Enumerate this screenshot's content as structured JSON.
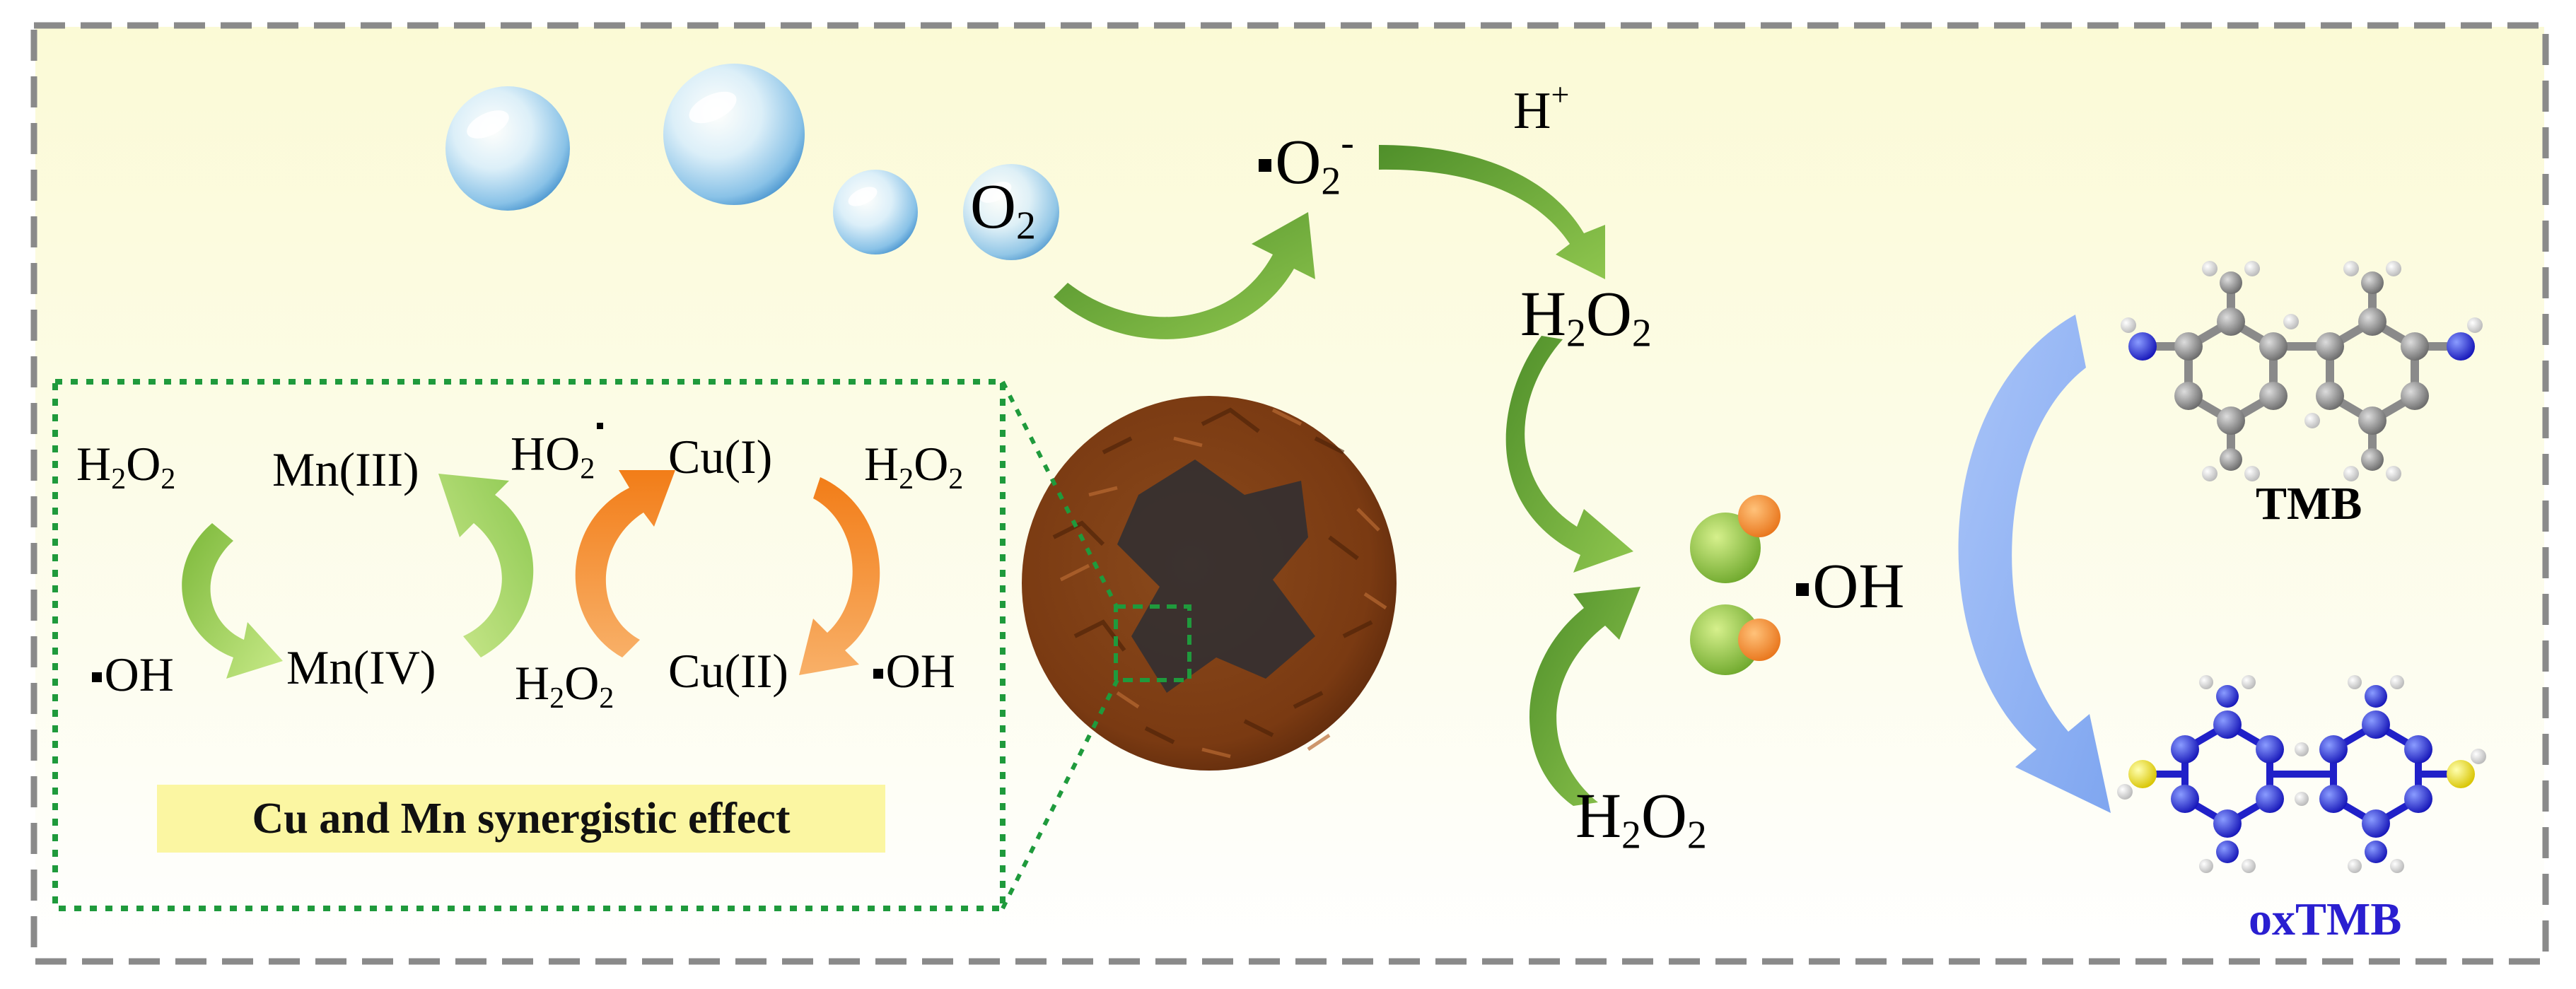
{
  "labels": {
    "o2": {
      "main": "O",
      "sub": "2"
    },
    "superoxide": {
      "main": "O",
      "sub": "2",
      "sup": "-"
    },
    "h_plus": {
      "main": "H",
      "sup": "+"
    },
    "h2o2_top": {
      "a": "H",
      "s1": "2",
      "b": "O",
      "s2": "2"
    },
    "hydroxyl_main": "OH",
    "h2o2_bottom": {
      "a": "H",
      "s1": "2",
      "b": "O",
      "s2": "2"
    },
    "tmb": "TMB",
    "oxtmb": "oxTMB"
  },
  "cycle": {
    "mn_h2o2": {
      "a": "H",
      "s1": "2",
      "b": "O",
      "s2": "2"
    },
    "mn3": "Mn(III)",
    "mn_oh": "OH",
    "mn4": "Mn(IV)",
    "ho2": {
      "main": "HO",
      "sub": "2"
    },
    "cu1": "Cu(I)",
    "cu_h2o2_right": {
      "a": "H",
      "s1": "2",
      "b": "O",
      "s2": "2"
    },
    "cu_h2o2_left": {
      "a": "H",
      "s1": "2",
      "b": "O",
      "s2": "2"
    },
    "cu2": "Cu(II)",
    "cu_oh": "OH"
  },
  "banner": "Cu and Mn synergistic effect",
  "colors": {
    "frame_dash": "#8a8a8a",
    "background_top": "#fbfadc",
    "inset_border": "#1f9a3c",
    "green_arrow": "#6aa83a",
    "light_green_arrow": "#9ed05a",
    "orange_arrow": "#f08a1e",
    "blue_arrow": "#9ab8f4",
    "particle_brown": "#7a3a12",
    "particle_dark": "#2e2e33",
    "radical_green": "#8cc43c",
    "radical_orange": "#f08a1e",
    "tmb_gray": "#8a8a8a",
    "tmb_nitrogen": "#2233cc",
    "oxtmb_blue": "#2020c8",
    "oxtmb_yellow": "#f0e020",
    "banner_bg": "#fbf6a2",
    "oxtmb_text": "#2a1fd0"
  }
}
